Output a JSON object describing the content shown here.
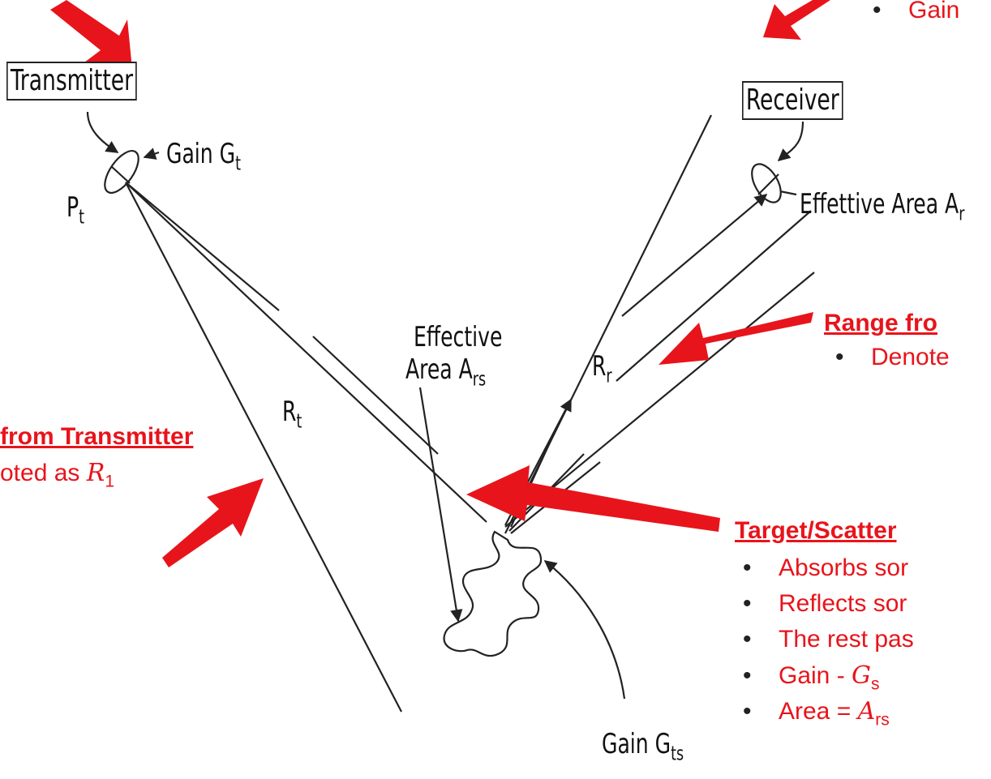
{
  "diagram": {
    "transmitter_label": "Transmitter",
    "receiver_label": "Receiver",
    "gain_t": {
      "base": "Gain G",
      "sub": "t"
    },
    "power_t": {
      "base": "P",
      "sub": "t"
    },
    "effective_area_r": {
      "base": "Effettive Area A",
      "sub": "r"
    },
    "effective_label_line1": "Effective",
    "effective_label_line2": {
      "base": "Area A",
      "sub": "rs"
    },
    "range_t": {
      "base": "R",
      "sub": "t"
    },
    "range_r": {
      "base": "R",
      "sub": "r"
    },
    "gain_ts": {
      "base": "Gain G",
      "sub": "ts"
    }
  },
  "annotations": {
    "top_right_gain": "Gain",
    "range_from_transmitter_heading": "from Transmitter",
    "range_from_transmitter_text": {
      "prefix": "oted as ",
      "symbol": "R",
      "sub": "1"
    },
    "range_from_receiver_heading": "Range fro",
    "range_from_receiver_text": "Denote",
    "target_heading": "Target/Scatter",
    "target_bullets": [
      {
        "text": "Absorbs sor"
      },
      {
        "text": "Reflects sor"
      },
      {
        "text": "The rest pas"
      },
      {
        "text": "Gain -  ",
        "symbol": "G",
        "sub": "s"
      },
      {
        "text": "Area = ",
        "symbol": "A",
        "sub": "rs"
      }
    ]
  },
  "colors": {
    "arrow": "#e8141b",
    "line": "#222222",
    "annotation": "#e8141b"
  }
}
